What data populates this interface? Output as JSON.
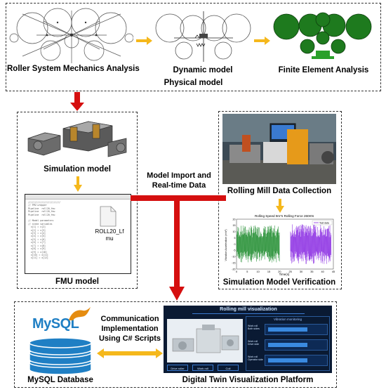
{
  "physical": {
    "group_label": "Physical model",
    "roller_label": "Roller System Mechanics Analysis",
    "dynamic_label": "Dynamic model",
    "fea_label": "Finite Element Analysis"
  },
  "simulation": {
    "model_label": "Simulation model",
    "fmu_label": "FMU model",
    "fmu_file": "ROLL20_Lf\nmu"
  },
  "middle": {
    "import_text": "Model Import and\nReal-time Data",
    "comm_text": "Communication\nImplementation\nUsing C# Scripts"
  },
  "data": {
    "collection_label": "Rolling Mill Data Collection",
    "verify_label": "Simulation Model Verification",
    "chart_title": "Rolling Speed 9m*s Rolling Force 260KN",
    "chart_legend": "Test data",
    "chart_xlabel": "Time(s)",
    "chart_ylabel": "Vibration Acceleration (m/s²)"
  },
  "platform": {
    "mysql_logo": "MySQL",
    "mysql_label": "MySQL Database",
    "dt_label": "Digital Twin Visualization Platform",
    "dt_screen_title": "Rolling mill visualization",
    "dt_monitor_title": "Vibration monitoring",
    "dt_rows": [
      "Work roll\nBoth sides",
      "Work roll\nDrive side",
      "Work roll\nOperator side"
    ],
    "dt_buttons": [
      "Drive roller",
      "Work roll",
      "Coil"
    ]
  },
  "chart_data": {
    "type": "line",
    "title": "Rolling Speed 9m*s Rolling Force 260KN",
    "xlabel": "Time(s)",
    "ylabel": "Vibration Acceleration (m/s²)",
    "xticks": [
      0,
      5,
      10,
      15,
      20,
      25,
      30,
      35,
      40,
      45
    ],
    "yticks": [
      -20,
      -15,
      -10,
      -5,
      0,
      5,
      10,
      15,
      20
    ],
    "xlim": [
      0,
      45
    ],
    "ylim": [
      -20,
      20
    ],
    "series": [
      {
        "name": "",
        "x_range": [
          0,
          20
        ],
        "amplitude": 15,
        "color": "#1a8a2a"
      },
      {
        "name": "Test data",
        "x_range": [
          25,
          44
        ],
        "amplitude": 16,
        "color": "#8a2be2"
      }
    ]
  },
  "colors": {
    "arrow_red": "#d50f0f",
    "arrow_orange": "#f5b81c",
    "fea_green": "#1e7a1e",
    "mysql_blue": "#1f7fc4",
    "dt_bg": "#0a1a33"
  }
}
